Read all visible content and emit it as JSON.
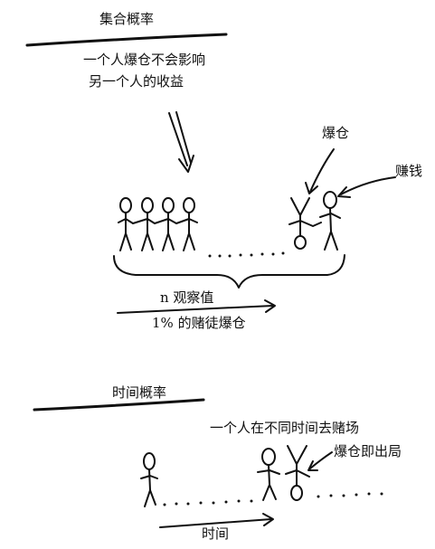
{
  "ensemble": {
    "title": "集合概率",
    "note_line1": "一个人爆仓不会影响",
    "note_line2": "另一个人的收益",
    "label_bust": "爆仓",
    "label_earn": "赚钱",
    "brace_label1": "n 观察值",
    "brace_label2": "1% 的赌徒爆仓"
  },
  "time": {
    "title": "时间概率",
    "note": "一个人在不同时间去赌场",
    "label_bust_exit": "爆仓即出局",
    "arrow_label": "时间"
  }
}
